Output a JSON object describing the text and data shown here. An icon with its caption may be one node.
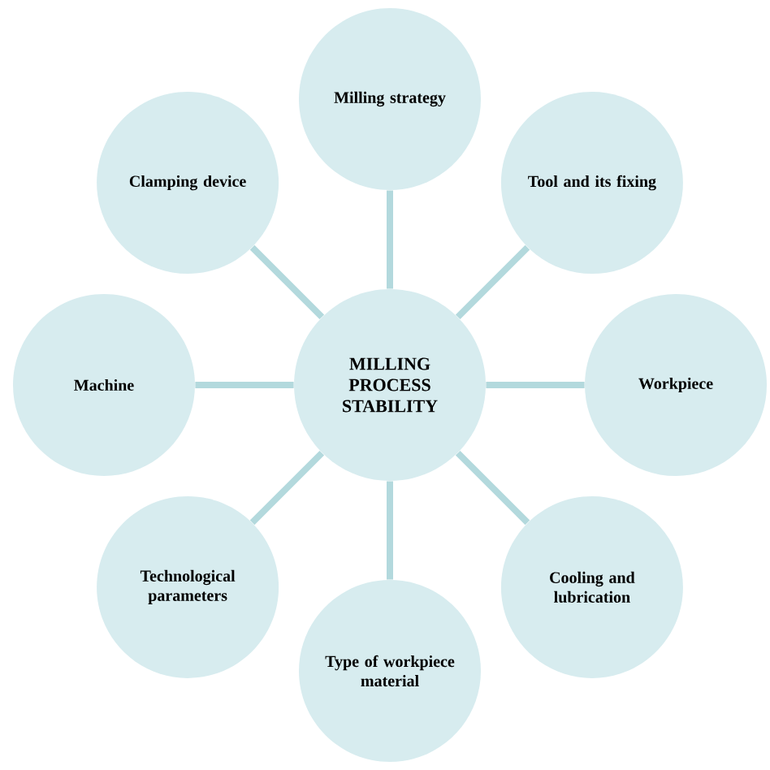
{
  "diagram": {
    "nodes": [
      {
        "text": [
          "MILLING PROCESS STABILITY"
        ]
      },
      {
        "text": [
          "Milling strategy"
        ]
      },
      {
        "text": [
          "Tool and its fixing"
        ]
      },
      {
        "text": [
          "Workpiece"
        ]
      },
      {
        "text": [
          "Cooling and lubrication"
        ]
      },
      {
        "text": [
          "Type of workpiece material"
        ]
      },
      {
        "text": [
          "Technological parameters"
        ]
      },
      {
        "text": [
          "Machine"
        ]
      },
      {
        "text": [
          "Clamping device"
        ]
      }
    ],
    "edges": [
      {
        "from": 0,
        "to": 1,
        "arrow": "none"
      },
      {
        "from": 0,
        "to": 2,
        "arrow": "none"
      },
      {
        "from": 0,
        "to": 3,
        "arrow": "none"
      },
      {
        "from": 0,
        "to": 4,
        "arrow": "none"
      },
      {
        "from": 0,
        "to": 5,
        "arrow": "none"
      },
      {
        "from": 0,
        "to": 6,
        "arrow": "none"
      },
      {
        "from": 0,
        "to": 7,
        "arrow": "none"
      },
      {
        "from": 0,
        "to": 8,
        "arrow": "none"
      }
    ]
  }
}
